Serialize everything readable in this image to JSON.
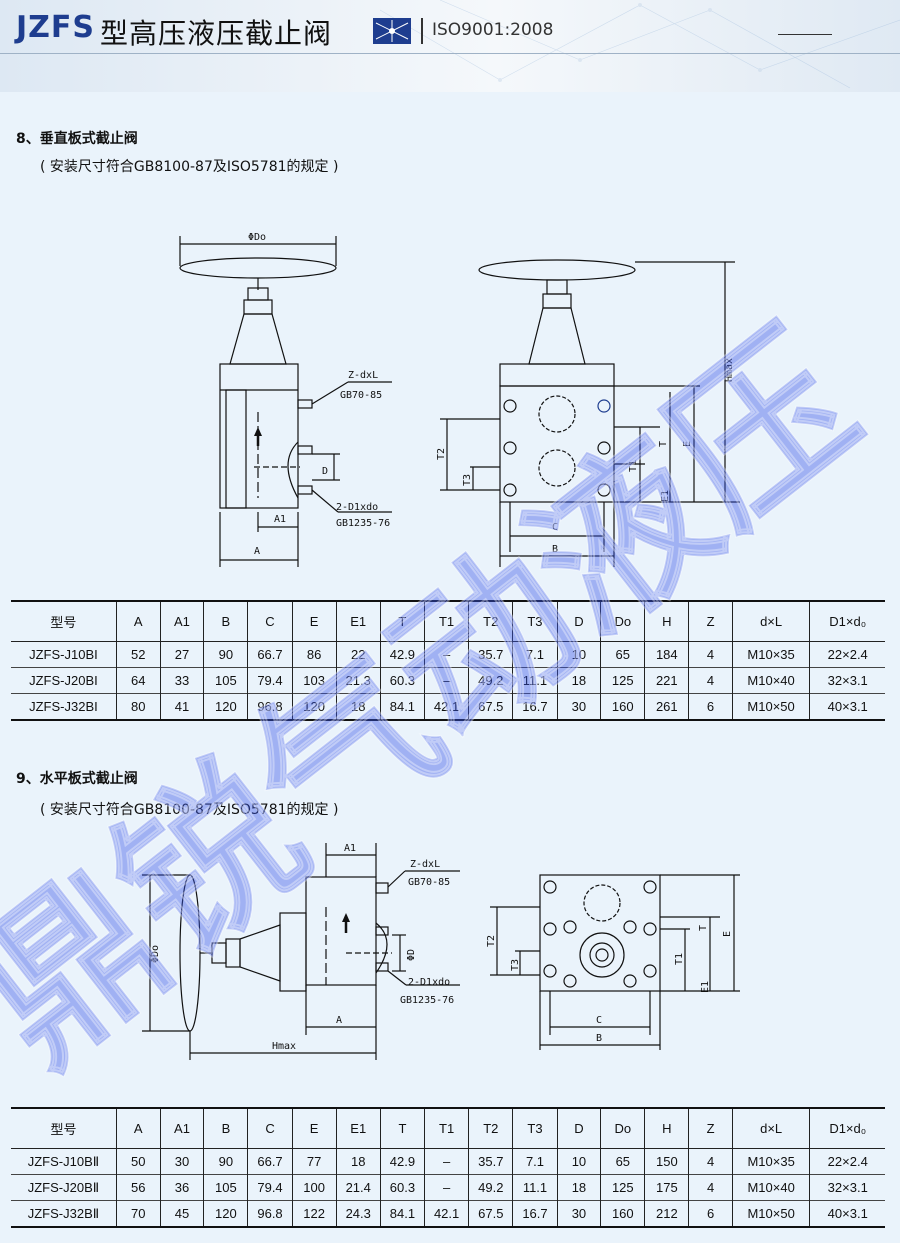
{
  "header": {
    "brand": "JZFS",
    "title": "型高压液压截止阀",
    "iso": "ISO9001:2008"
  },
  "watermark": {
    "text": "鼎锐气动液压",
    "color": "#3a55e6"
  },
  "section1": {
    "title": "8、垂直板式截止阀",
    "subtitle": "( 安装尺寸符合GB8100-87及ISO5781的规定 )",
    "drawing_labels": {
      "do": "ΦDo",
      "zdl": "Z-dxL",
      "gb70": "GB70-85",
      "d": "D",
      "d1": "2-D1xdo",
      "gb1235": "GB1235-76",
      "a1": "A1",
      "a": "A",
      "hmax": "Hmax",
      "t2": "T2",
      "t3": "T3",
      "t1": "T1",
      "t": "T",
      "e": "E",
      "e1": "E1",
      "c": "C",
      "b": "B"
    }
  },
  "section2": {
    "title": "9、水平板式截止阀",
    "subtitle": "( 安装尺寸符合GB8100-87及ISO5781的规定 )",
    "drawing_labels": {
      "a1": "A1",
      "zdl": "Z-dxL",
      "gb70": "GB70-85",
      "do": "ΦDo",
      "d": "ΦD",
      "d1": "2-D1xdo",
      "gb1235": "GB1235-76",
      "a": "A",
      "hmax": "Hmax",
      "t2": "T2",
      "t3": "T3",
      "t1": "T1",
      "t": "T",
      "e": "E",
      "e1": "E1",
      "c": "C",
      "b": "B"
    }
  },
  "table1": {
    "headers": [
      "型号",
      "A",
      "A1",
      "B",
      "C",
      "E",
      "E1",
      "T",
      "T1",
      "T2",
      "T3",
      "D",
      "Do",
      "H",
      "Z",
      "d×L",
      "D1×d₀"
    ],
    "rows": [
      [
        "JZFS-J10BI",
        "52",
        "27",
        "90",
        "66.7",
        "86",
        "22",
        "42.9",
        "–",
        "35.7",
        "7.1",
        "10",
        "65",
        "184",
        "4",
        "M10×35",
        "22×2.4"
      ],
      [
        "JZFS-J20BI",
        "64",
        "33",
        "105",
        "79.4",
        "103",
        "21.3",
        "60.3",
        "–",
        "49.2",
        "11.1",
        "18",
        "125",
        "221",
        "4",
        "M10×40",
        "32×3.1"
      ],
      [
        "JZFS-J32BI",
        "80",
        "41",
        "120",
        "96.8",
        "120",
        "18",
        "84.1",
        "42.1",
        "67.5",
        "16.7",
        "30",
        "160",
        "261",
        "6",
        "M10×50",
        "40×3.1"
      ]
    ]
  },
  "table2": {
    "headers": [
      "型号",
      "A",
      "A1",
      "B",
      "C",
      "E",
      "E1",
      "T",
      "T1",
      "T2",
      "T3",
      "D",
      "Do",
      "H",
      "Z",
      "d×L",
      "D1×d₀"
    ],
    "rows": [
      [
        "JZFS-J10BⅡ",
        "50",
        "30",
        "90",
        "66.7",
        "77",
        "18",
        "42.9",
        "–",
        "35.7",
        "7.1",
        "10",
        "65",
        "150",
        "4",
        "M10×35",
        "22×2.4"
      ],
      [
        "JZFS-J20BⅡ",
        "56",
        "36",
        "105",
        "79.4",
        "100",
        "21.4",
        "60.3",
        "–",
        "49.2",
        "11.1",
        "18",
        "125",
        "175",
        "4",
        "M10×40",
        "32×3.1"
      ],
      [
        "JZFS-J32BⅡ",
        "70",
        "45",
        "120",
        "96.8",
        "122",
        "24.3",
        "84.1",
        "42.1",
        "67.5",
        "16.7",
        "30",
        "160",
        "212",
        "6",
        "M10×50",
        "40×3.1"
      ]
    ]
  }
}
